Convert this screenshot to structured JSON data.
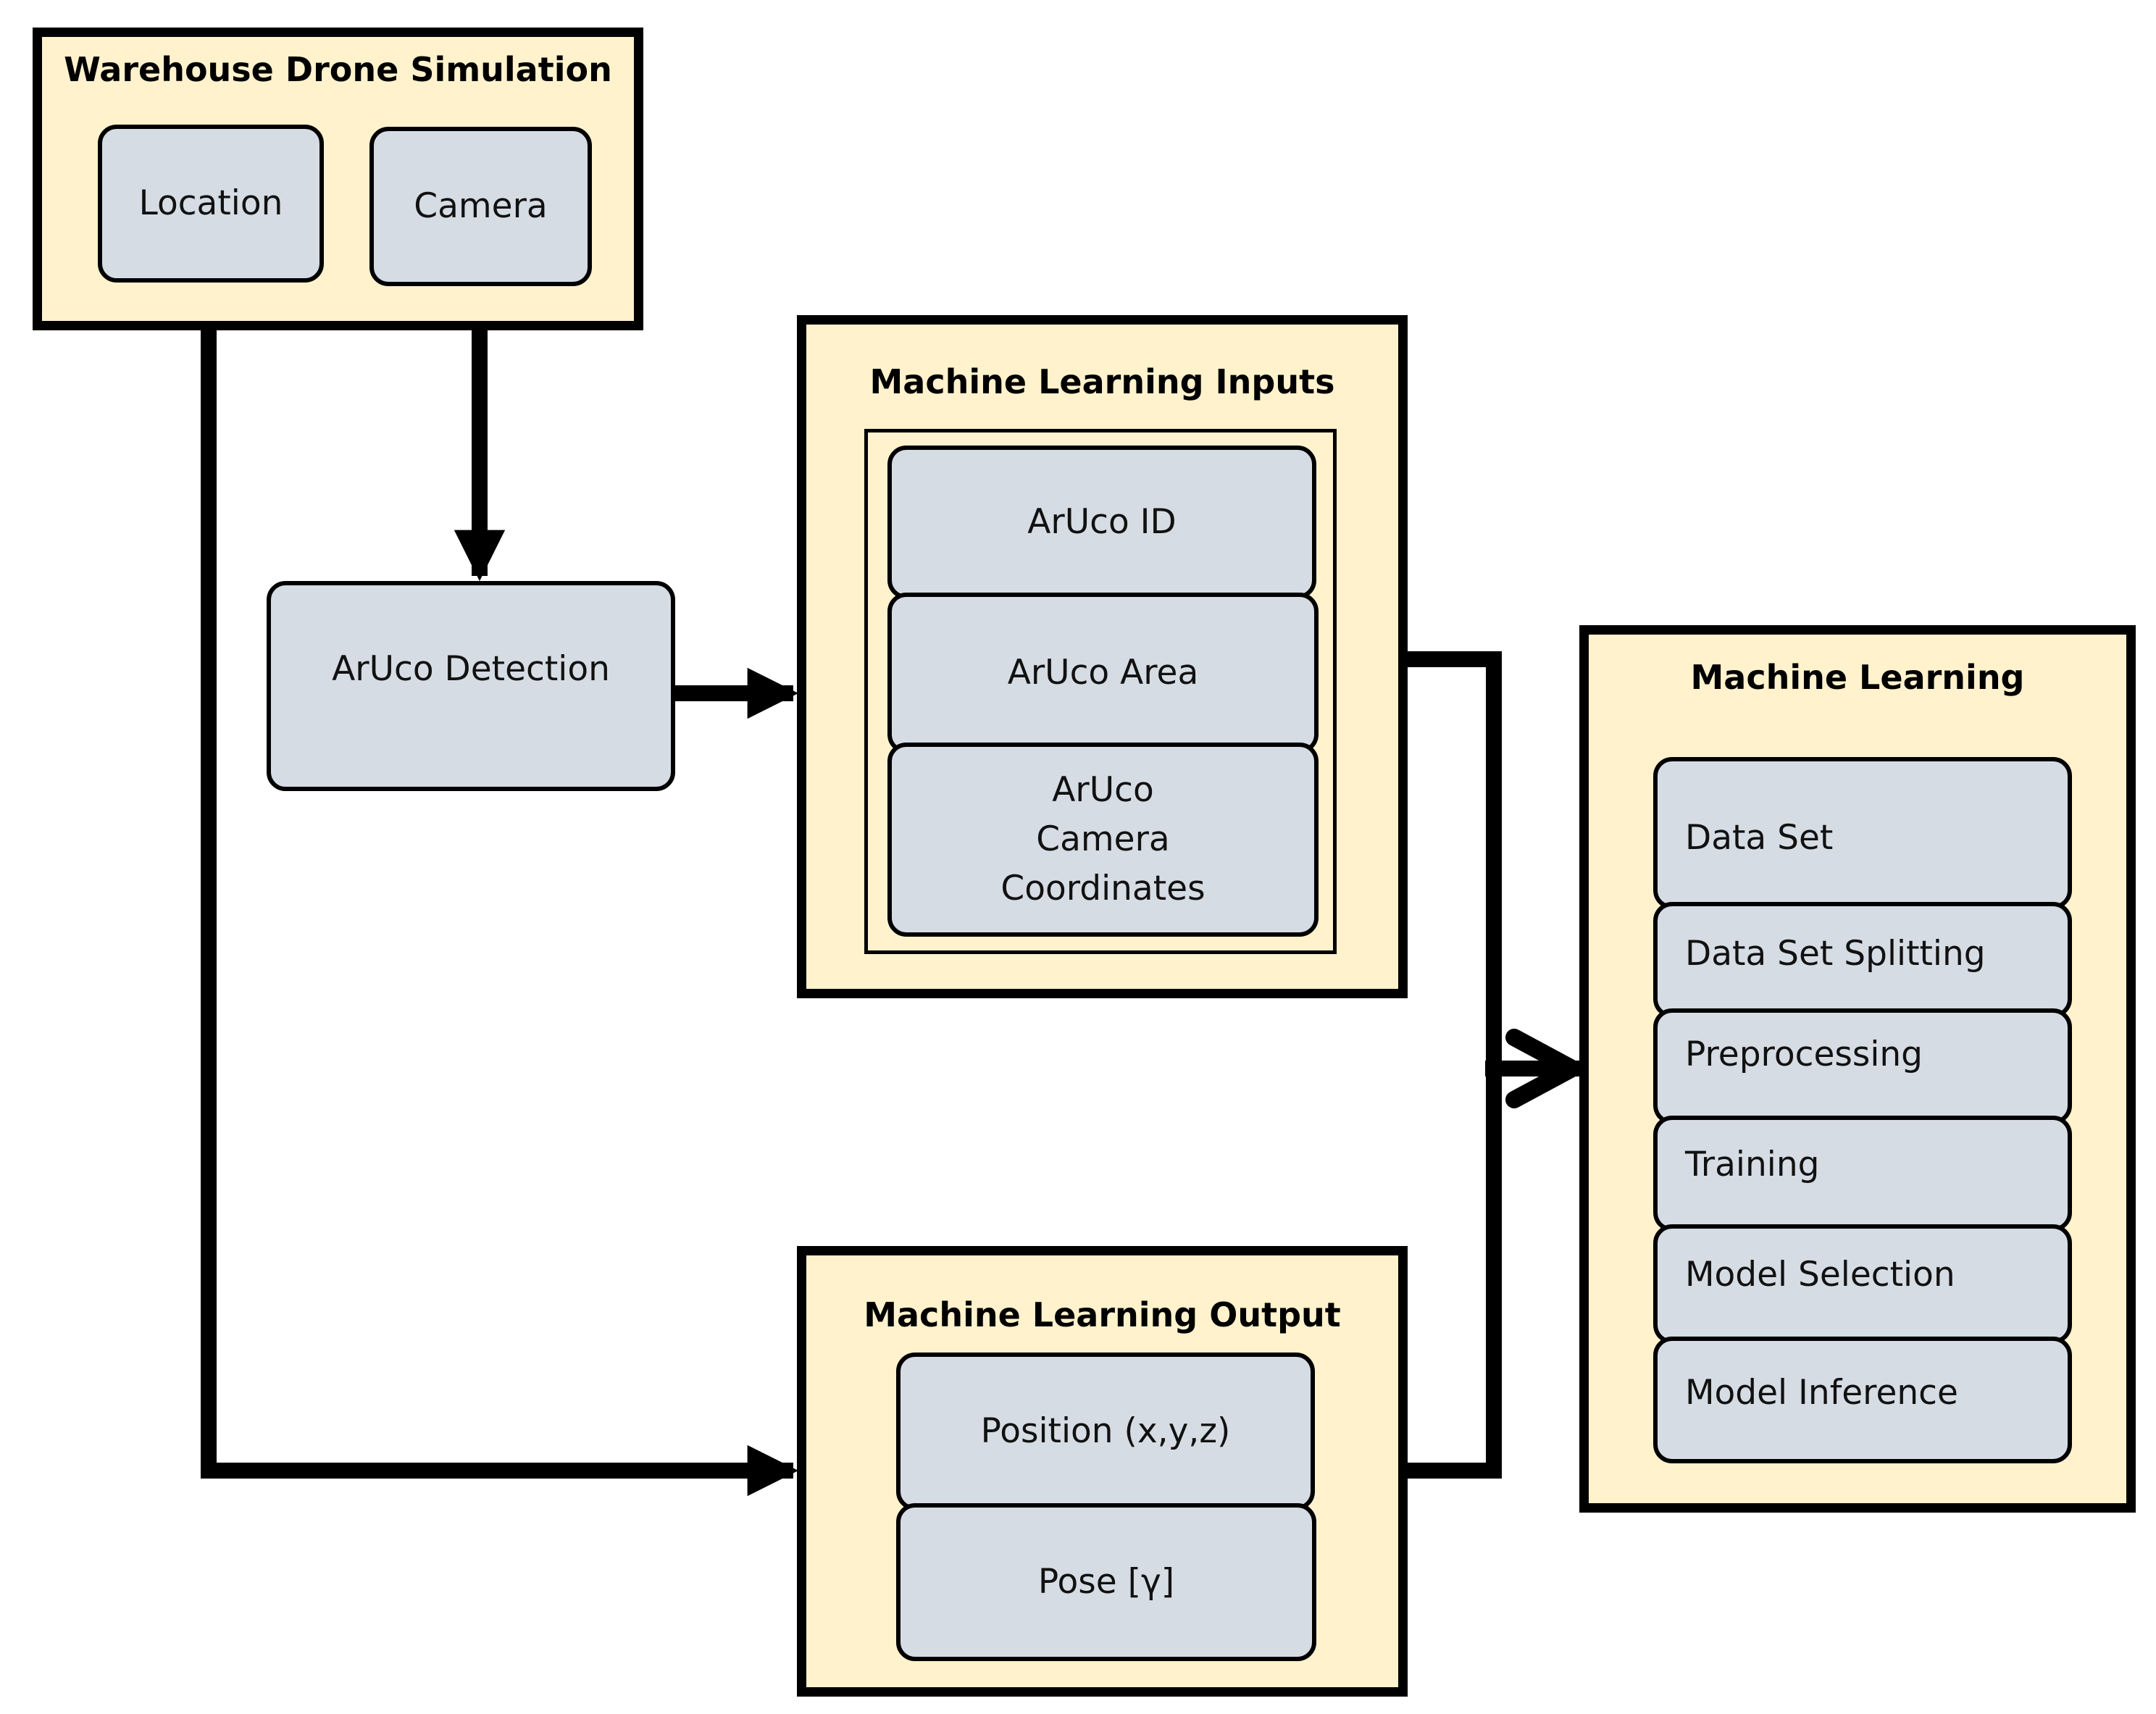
{
  "colors": {
    "group_fill": "#FFF2CC",
    "node_fill": "#D6DCE4",
    "stroke": "#000000"
  },
  "groups": {
    "simulation": {
      "title": "Warehouse Drone Simulation",
      "location": "Location",
      "camera": "Camera"
    },
    "detection": {
      "label": "ArUco Detection"
    },
    "ml_inputs": {
      "title": "Machine Learning Inputs",
      "items": [
        "ArUco ID",
        "ArUco Area",
        "ArUco Camera Coordinates"
      ]
    },
    "ml_output": {
      "title": "Machine Learning Output",
      "items": [
        "Position (x,y,z)",
        "Pose [γ]"
      ]
    },
    "ml": {
      "title": "Machine Learning",
      "steps": [
        "Data Set",
        "Data Set Splitting",
        "Preprocessing",
        "Training",
        "Model Selection",
        "Model Inference"
      ]
    }
  }
}
